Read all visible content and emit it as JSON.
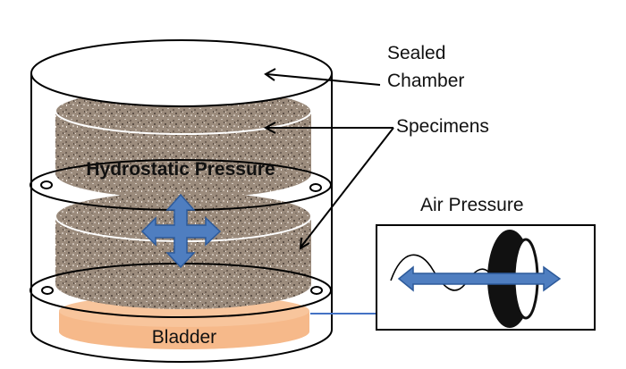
{
  "diagram": {
    "labels": {
      "sealed_chamber_line1": "Sealed",
      "sealed_chamber_line2": "Chamber",
      "specimens": "Specimens",
      "hydrostatic_pressure": "Hydrostatic Pressure",
      "air_pressure": "Air Pressure",
      "bladder": "Bladder"
    },
    "colors": {
      "outline": "#000000",
      "specimen_texture": "#8a7a6c",
      "bladder": "#f6b98a",
      "arrow_fill": "#4f7ec0",
      "arrow_stroke": "#2d5a9a",
      "connector_line": "#4472c4",
      "disc": "#111111"
    }
  }
}
